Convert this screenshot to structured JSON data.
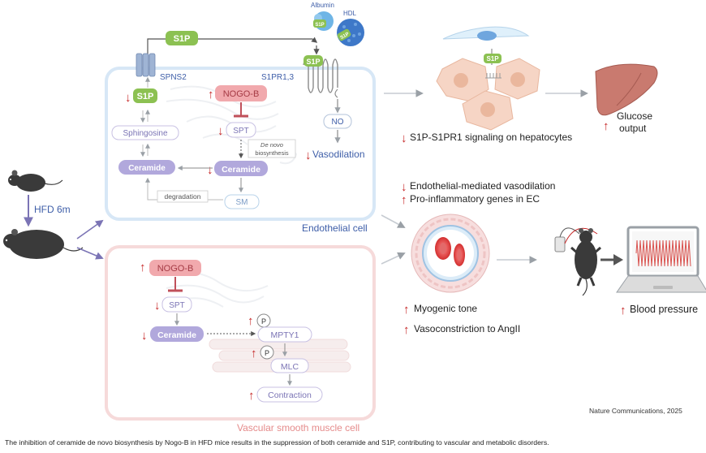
{
  "labels": {
    "albumin": "Albumin",
    "hdl": "HDL",
    "s1p_top": "S1P",
    "s1p_albumin": "S1P",
    "s1p_hdl": "S1P",
    "spns2": "SPNS2",
    "s1pr": "S1PR1,3",
    "s1p_ec": "S1P",
    "s1p_receptor": "S1P",
    "nogo_b_ec": "NOGO-B",
    "sphingosine": "Sphingosine",
    "spt_ec": "SPT",
    "de_novo_line1": "De novo",
    "de_novo_line2": "biosynthesis",
    "ceramide_left": "Ceramide",
    "ceramide_ec": "Ceramide",
    "degradation": "degradation",
    "sm": "SM",
    "no": "NO",
    "vasodilation": "Vasodilation",
    "endothelial_cell": "Endothelial cell",
    "hfd": "HFD 6m",
    "s1p_hepatocyte": "S1P",
    "hepatocyte_effect": "S1P-S1PR1 signaling on hepatocytes",
    "glucose_line1": "Glucose",
    "glucose_line2": "output",
    "ec_effect1": "Endothelial-mediated vasodilation",
    "ec_effect2": "Pro-inflammatory genes in EC",
    "nogo_b_vsmc": "NOGO-B",
    "spt_vsmc": "SPT",
    "ceramide_vsmc": "Ceramide",
    "p1": "P",
    "mpty1": "MPTY1",
    "p2": "P",
    "mlc": "MLC",
    "contraction": "Contraction",
    "vsmc_label": "Vascular smooth muscle cell",
    "myogenic": "Myogenic tone",
    "vasoconstriction": "Vasoconstriction to AngII",
    "blood_pressure": "Blood pressure",
    "source": "Nature Communications, 2025",
    "caption": "The inhibition of ceramide de novo biosynthesis by Nogo-B in HFD mice results in the suppression of both ceramide and S1P, contributing to vascular and metabolic disorders."
  },
  "colors": {
    "green": "#8cc152",
    "pink": "#e8a3a8",
    "purple": "#9a8ec9",
    "red_arrow": "#c62828",
    "ec_border": "#cfe2f3",
    "vsmc_border": "#f6dcdc",
    "blue_text": "#3e5ea8",
    "pink_text": "#e58b8b"
  }
}
